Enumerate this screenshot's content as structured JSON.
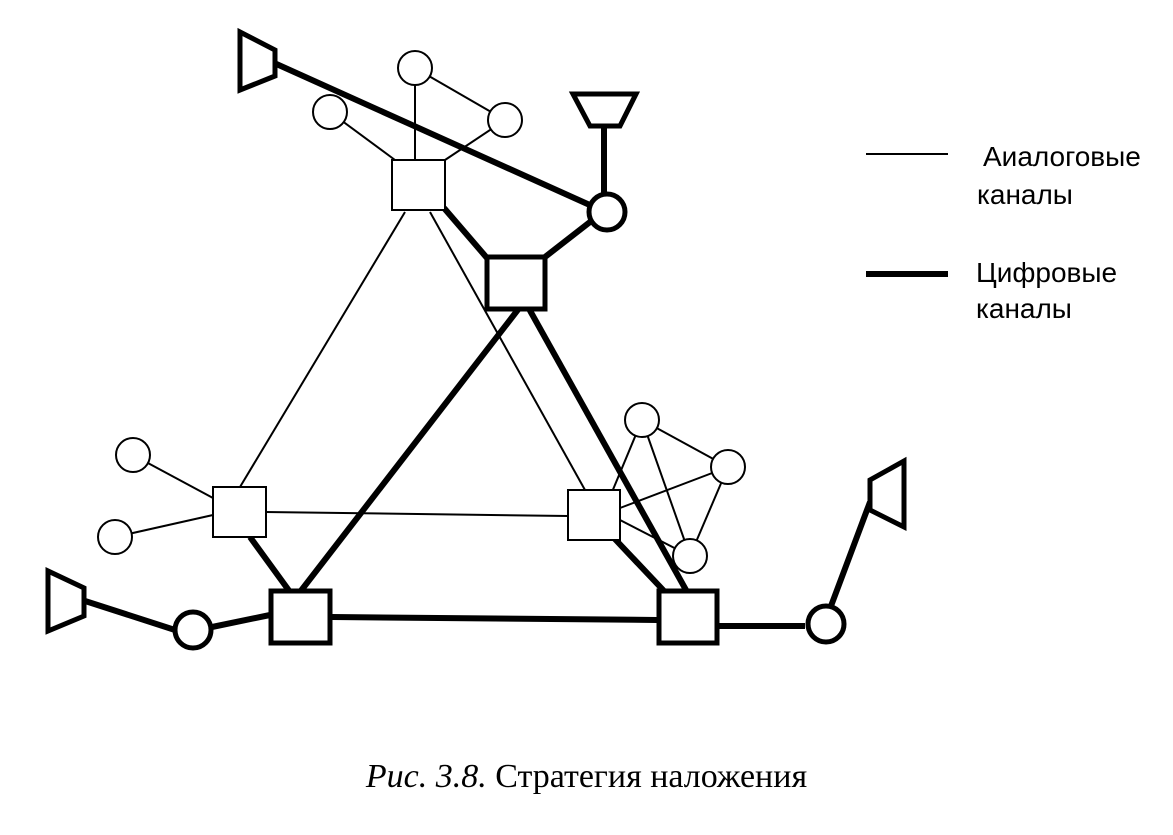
{
  "legend": {
    "analog_line1": "Аиалоговые",
    "analog_line2": "каналы",
    "digital_line1": "Цифровые",
    "digital_line2": "каналы"
  },
  "caption": {
    "number": "Рис. 3.8.",
    "title": "Стратегия наложения"
  }
}
